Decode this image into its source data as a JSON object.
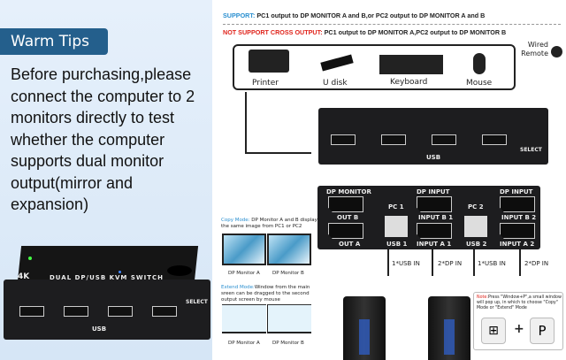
{
  "left": {
    "badge": "Warm Tips",
    "body": "Before purchasing,please connect the computer to 2 monitors directly to test whether the computer supports dual monitor output(mirror and expansion)",
    "device": {
      "brand": "4K",
      "title": "DUAL DP/USB KVM SWITCH",
      "usb_label": "USB",
      "select_label": "SELECT"
    }
  },
  "header": {
    "support_prefix": "SUPPORT:",
    "support_text": "PC1 output to DP MONITOR A and B,or PC2 output to DP MONITOR A and B",
    "not_prefix": "NOT SUPPORT CROSS OUTPUT:",
    "not_text": "PC1 output to DP MONITOR A,PC2 output to DP MONITOR B",
    "support_color": "#2a8fd0",
    "not_color": "#e0231b"
  },
  "peripherals": [
    {
      "label": "Printer"
    },
    {
      "label": "U disk"
    },
    {
      "label": "Keyboard"
    },
    {
      "label": "Mouse"
    }
  ],
  "remote": "Wired Remote",
  "front": {
    "usb": "USB",
    "select": "SELECT"
  },
  "back": {
    "dp_monitor": "DP MONITOR",
    "out_b": "OUT B",
    "out_a": "OUT A",
    "pc1": "PC 1",
    "usb1": "USB 1",
    "dp_input1": "DP INPUT",
    "input_b1": "INPUT B 1",
    "input_a1": "INPUT A 1",
    "pc2": "PC 2",
    "usb2": "USB 2",
    "dp_input2": "DP INPUT",
    "input_b2": "INPUT B 2",
    "input_a2": "INPUT A 2"
  },
  "cables": {
    "usb_in_1": "1*USB IN",
    "dp_in_1": "2*DP IN",
    "usb_in_2": "1*USB IN",
    "dp_in_2": "2*DP IN"
  },
  "copy_mode": {
    "title": "Copy Mode:",
    "text": "DP Monitor A and B display the same image from PC1 or PC2",
    "mon_a": "DP Monitor A",
    "mon_b": "DP Monitor B"
  },
  "extend_mode": {
    "title": "Extend Mode:",
    "text": "Window from the main sreen can be dragged to the second output screen by mouse",
    "mon_a": "DP Monitor A",
    "mon_b": "DP Monitor B"
  },
  "note": {
    "title": "Note:",
    "text": "Press \"Window+P\",a small window will pop up, in which to choose \"Copy\" Mode or \"Extend\" Mode",
    "plus": "+",
    "key": "P"
  }
}
